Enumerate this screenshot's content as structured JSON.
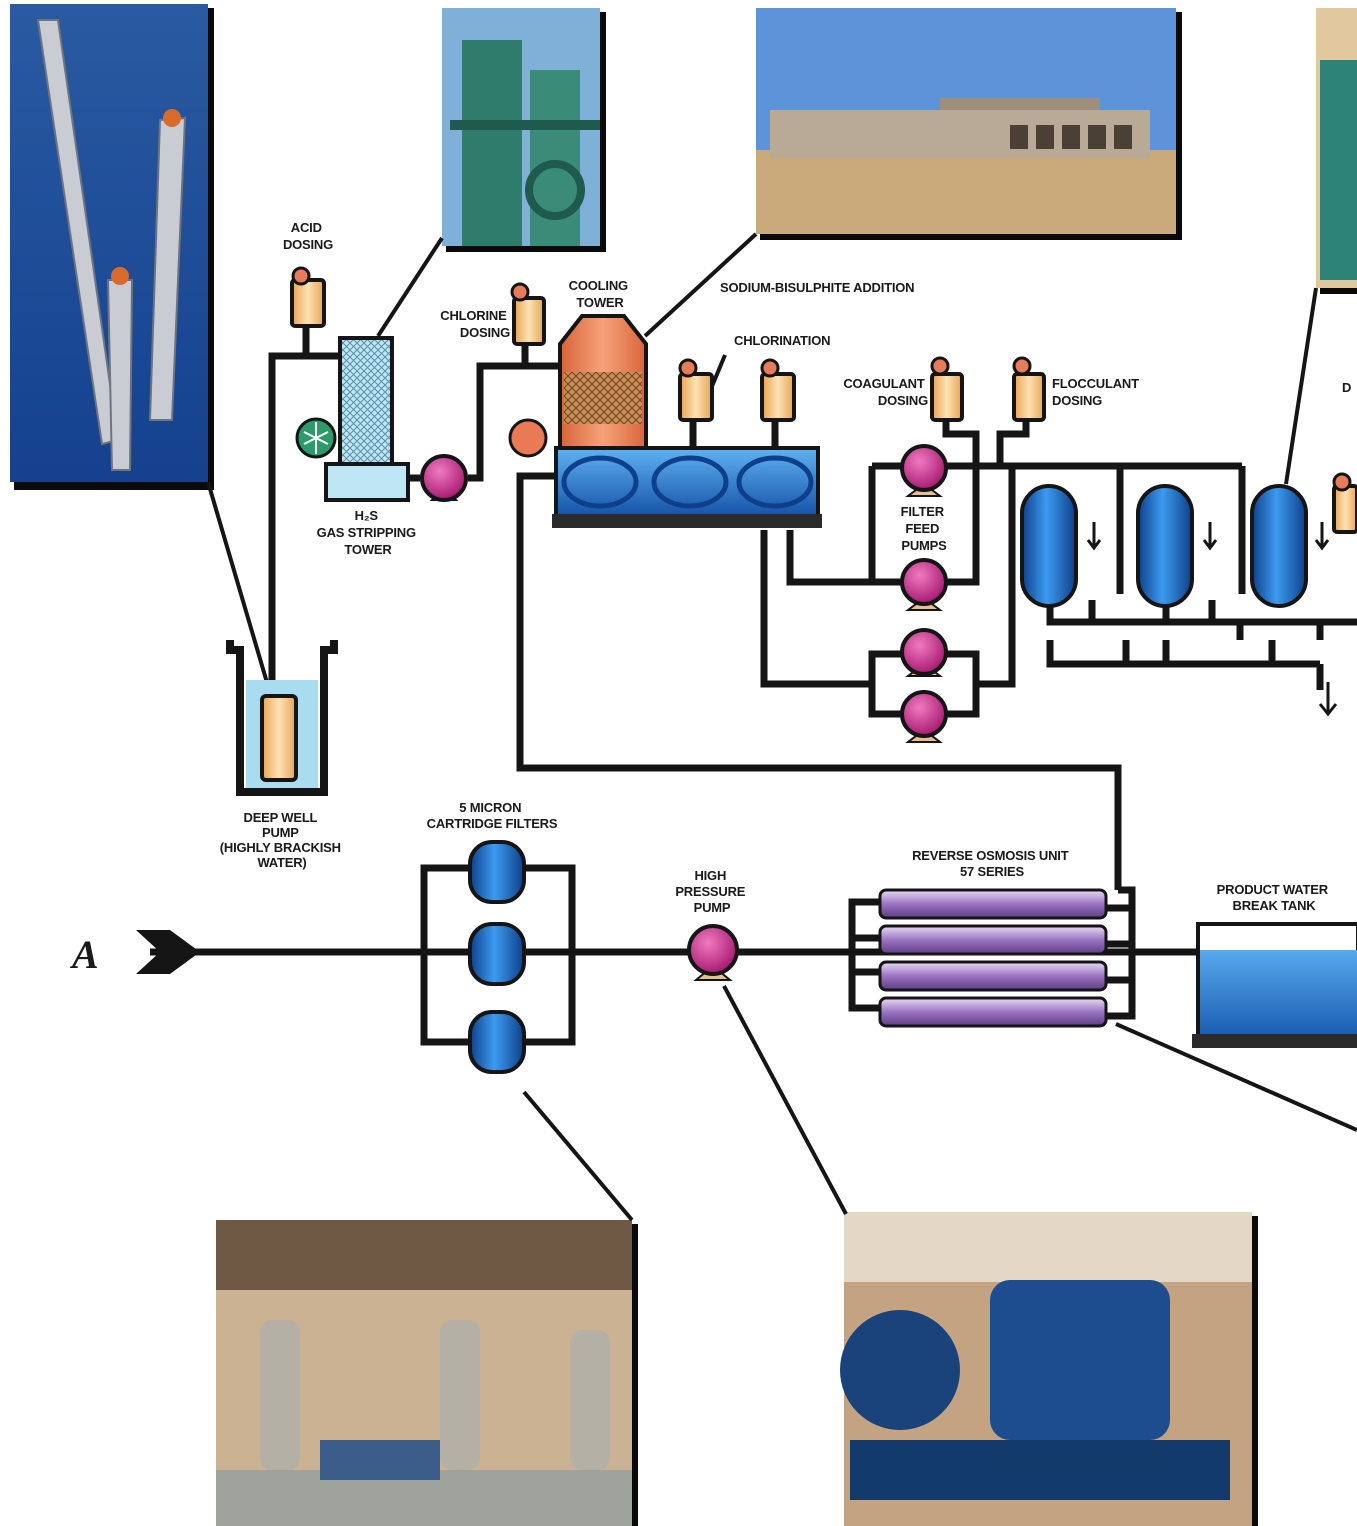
{
  "labels": {
    "acid_dosing": [
      "ACID",
      "DOSING"
    ],
    "h2s_tower": [
      "H₂S",
      "GAS STRIPPING",
      "TOWER"
    ],
    "chlorine_dosing": [
      "CHLORINE",
      "DOSING"
    ],
    "cooling_tower": [
      "COOLING",
      "TOWER"
    ],
    "sodium_bisulphite": "SODIUM-BISULPHITE ADDITION",
    "chlorination": "CHLORINATION",
    "coagulant_dosing": [
      "COAGULANT",
      "DOSING"
    ],
    "flocculant_dosing": [
      "FLOCCULANT",
      "DOSING"
    ],
    "filter_feed_pumps": [
      "FILTER",
      "FEED",
      "PUMPS"
    ],
    "deep_well_pump": [
      "DEEP WELL",
      "PUMP",
      "(HIGHLY BRACKISH",
      "WATER)"
    ],
    "cartridge_filters": [
      "5 MICRON",
      "CARTRIDGE FILTERS"
    ],
    "high_pressure_pump": [
      "HIGH",
      "PRESSURE",
      "PUMP"
    ],
    "ro_unit": [
      "REVERSE OSMOSIS UNIT",
      "57 SERIES"
    ],
    "product_tank": [
      "PRODUCT WATER",
      "BREAK TANK"
    ],
    "clipped_right": "D",
    "inlet": "A"
  },
  "colors": {
    "pipe": "#151515",
    "pump": "#d22e8c",
    "filter_vessel": "#1f6fd0",
    "ro_membrane": "#9a73c2",
    "dosing_tank": "#f4c27a",
    "cooling_tower": "#f08a5c",
    "stripping_tower": "#a9dcef",
    "basin": "#2e7ed8",
    "tank_water": "#2f86d6"
  },
  "photos": [
    {
      "name": "photo-deep-well-pumps",
      "icon": "submersible-pumps-photo"
    },
    {
      "name": "photo-gas-stripping-tower",
      "icon": "green-towers-photo"
    },
    {
      "name": "photo-cooling-tower-building",
      "icon": "desert-building-photo"
    },
    {
      "name": "photo-filter-tanks",
      "icon": "green-tank-photo"
    },
    {
      "name": "photo-cartridge-filter-hall",
      "icon": "plant-interior-photo"
    },
    {
      "name": "photo-high-pressure-pump",
      "icon": "blue-pump-photo"
    }
  ]
}
